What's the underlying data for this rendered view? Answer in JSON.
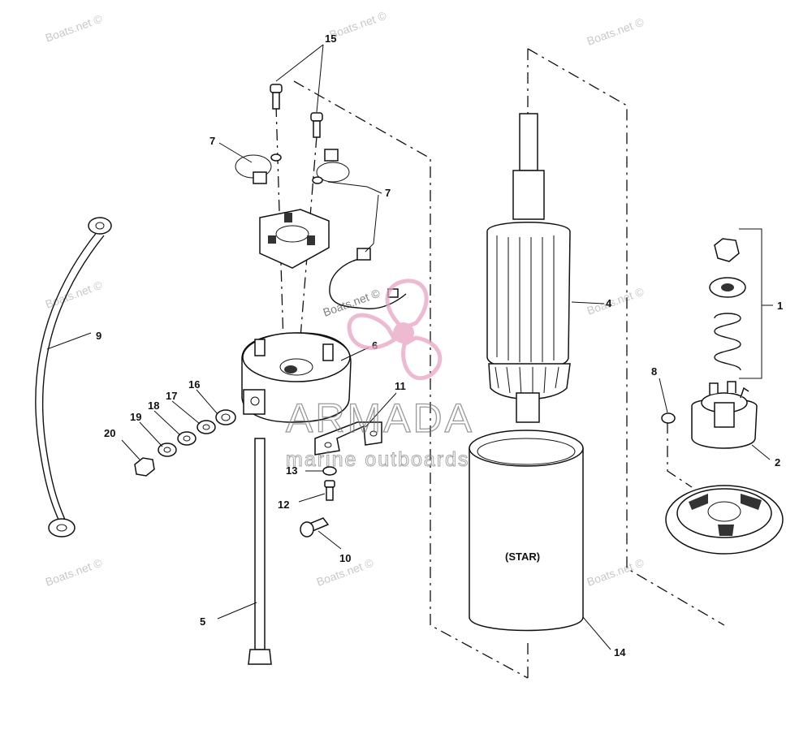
{
  "diagram": {
    "callouts": [
      "1",
      "2",
      "4",
      "5",
      "6",
      "7",
      "7",
      "8",
      "9",
      "10",
      "11",
      "12",
      "13",
      "14",
      "15",
      "16",
      "17",
      "18",
      "19",
      "20"
    ],
    "cover_label": "(STAR)",
    "watermark": {
      "text": "Boats.net ©",
      "brand_name": "ARMADA",
      "brand_tagline": "marine outboards"
    }
  }
}
